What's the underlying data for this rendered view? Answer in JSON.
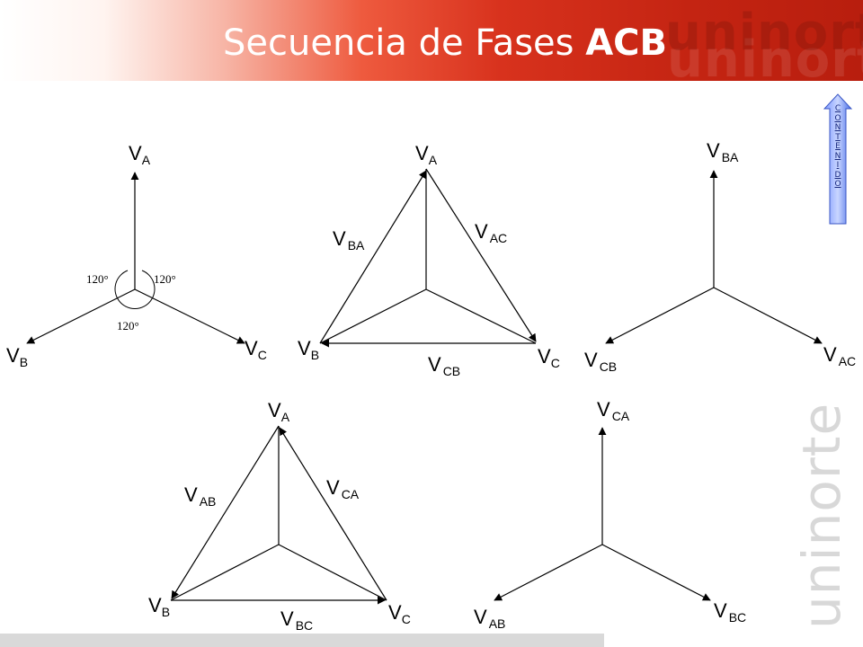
{
  "header": {
    "title_prefix": "Secuencia de Fases ",
    "title_bold": "ACB",
    "brand": "uninorte",
    "gradient_colors": [
      "#ffffff",
      "#f7b5a6",
      "#ee5a3e",
      "#c42412"
    ]
  },
  "nav": {
    "letters": [
      "C",
      "O",
      "N",
      "T",
      "E",
      "N",
      "I",
      "D",
      "O"
    ],
    "arrow_color": "#4a6fe8",
    "letter_color": "#1a2a80"
  },
  "side_watermark": "uninorte",
  "diagram_labels": {
    "d1_va_main": "V",
    "d1_va_sub": "A",
    "d1_vb_main": "V",
    "d1_vb_sub": "B",
    "d1_vc_main": "V",
    "d1_vc_sub": "C",
    "angle_left": "120°",
    "angle_right": "120°",
    "angle_bottom": "120°",
    "d2_va_main": "V",
    "d2_va_sub": "A",
    "d2_vb_main": "V",
    "d2_vb_sub": "B",
    "d2_vc_main": "V",
    "d2_vc_sub": "C",
    "d2_vba_main": "V",
    "d2_vba_sub": "BA",
    "d2_vac_main": "V",
    "d2_vac_sub": "AC",
    "d2_vcb_main": "V",
    "d2_vcb_sub": "CB",
    "d3_vba_main": "V",
    "d3_vba_sub": "BA",
    "d3_vcb_main": "V",
    "d3_vcb_sub": "CB",
    "d3_vac_main": "V",
    "d3_vac_sub": "AC",
    "d4_va_main": "V",
    "d4_va_sub": "A",
    "d4_vb_main": "V",
    "d4_vb_sub": "B",
    "d4_vc_main": "V",
    "d4_vc_sub": "C",
    "d4_vab_main": "V",
    "d4_vab_sub": "AB",
    "d4_vca_main": "V",
    "d4_vca_sub": "CA",
    "d4_vbc_main": "V",
    "d4_vbc_sub": "BC",
    "d5_vca_main": "V",
    "d5_vca_sub": "CA",
    "d5_vab_main": "V",
    "d5_vab_sub": "AB",
    "d5_vbc_main": "V",
    "d5_vbc_sub": "BC"
  }
}
